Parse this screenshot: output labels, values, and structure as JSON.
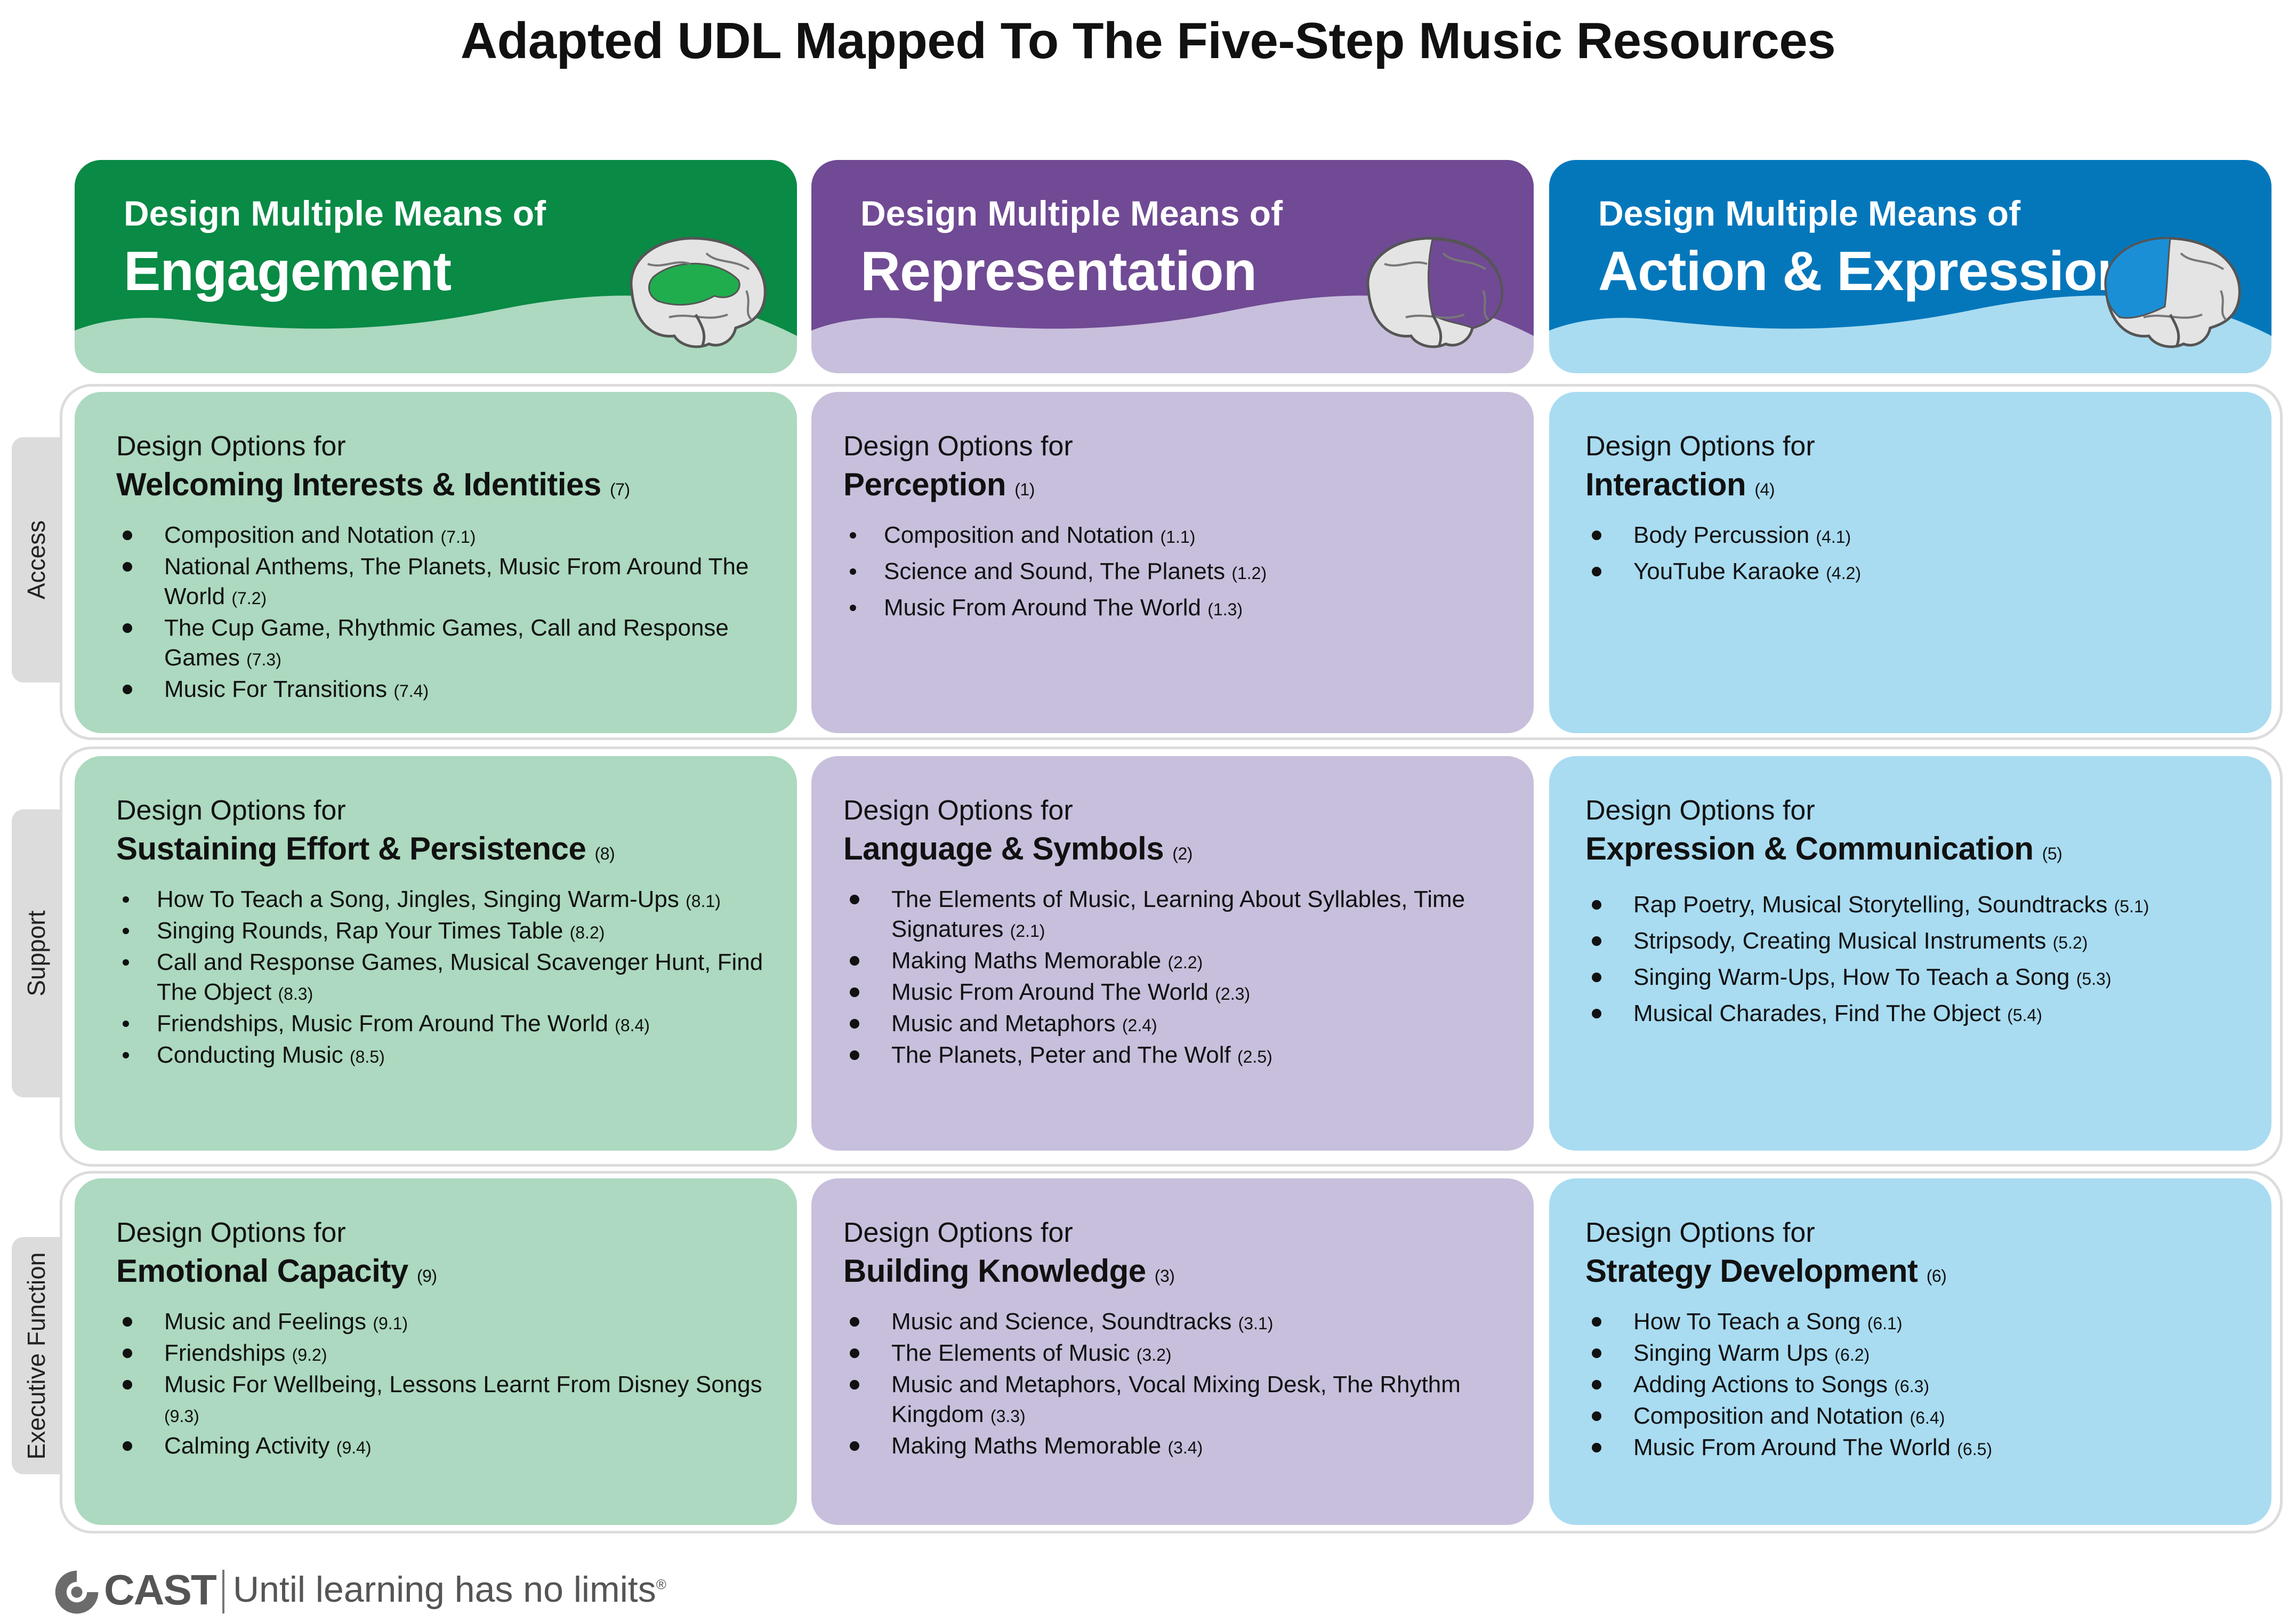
{
  "title": "Adapted UDL Mapped To The Five-Step Music Resources",
  "colors": {
    "engagement": "#098a45",
    "representation": "#704a94",
    "action": "#0477bb",
    "engagement_light": "#acd9bf",
    "representation_light": "#c8bfdc",
    "action_light": "#a9dcf1"
  },
  "columns": [
    {
      "small": "Design Multiple Means of",
      "big": "Engagement",
      "icon": "brain-icon"
    },
    {
      "small": "Design Multiple Means of",
      "big": "Representation",
      "icon": "brain-icon"
    },
    {
      "small": "Design Multiple Means of",
      "big": "Action & Expression",
      "icon": "brain-icon"
    }
  ],
  "rows": [
    "Access",
    "Support",
    "Executive Function"
  ],
  "cells": {
    "access_engagement": {
      "sub": "Design Options for",
      "title": "Welcoming Interests & Identities",
      "num": "(7)",
      "items": [
        {
          "t": "Composition and Notation",
          "n": "(7.1)"
        },
        {
          "t": "National Anthems, The Planets, Music From Around The World",
          "n": "(7.2)"
        },
        {
          "t": "The Cup Game, Rhythmic Games, Call and Response Games",
          "n": "(7.3)"
        },
        {
          "t": "Music For Transitions",
          "n": "(7.4)"
        }
      ]
    },
    "access_representation": {
      "sub": "Design Options for",
      "title": "Perception",
      "num": "(1)",
      "items": [
        {
          "t": "Composition and Notation",
          "n": "(1.1)"
        },
        {
          "t": "Science and Sound, The Planets",
          "n": "(1.2)"
        },
        {
          "t": "Music From Around The World",
          "n": "(1.3)"
        }
      ]
    },
    "access_action": {
      "sub": "Design Options for",
      "title": "Interaction",
      "num": "(4)",
      "items": [
        {
          "t": "Body Percussion",
          "n": "(4.1)"
        },
        {
          "t": "YouTube Karaoke",
          "n": "(4.2)"
        }
      ]
    },
    "support_engagement": {
      "sub": "Design Options for",
      "title": "Sustaining Effort & Persistence",
      "num": "(8)",
      "items": [
        {
          "t": "How To Teach a Song, Jingles, Singing Warm-Ups",
          "n": "(8.1)"
        },
        {
          "t": "Singing Rounds, Rap Your Times Table",
          "n": "(8.2)"
        },
        {
          "t": "Call and Response Games, Musical Scavenger Hunt, Find The Object",
          "n": "(8.3)"
        },
        {
          "t": "Friendships, Music From Around The World",
          "n": "(8.4)"
        },
        {
          "t": "Conducting Music",
          "n": "(8.5)"
        }
      ]
    },
    "support_representation": {
      "sub": "Design Options for",
      "title": "Language & Symbols",
      "num": "(2)",
      "items": [
        {
          "t": "The Elements of Music, Learning About Syllables, Time Signatures",
          "n": "(2.1)"
        },
        {
          "t": "Making Maths Memorable",
          "n": "(2.2)"
        },
        {
          "t": "Music From Around The World",
          "n": "(2.3)"
        },
        {
          "t": "Music and Metaphors",
          "n": "(2.4)"
        },
        {
          "t": "The Planets, Peter and The Wolf",
          "n": "(2.5)"
        }
      ]
    },
    "support_action": {
      "sub": "Design Options for",
      "title": "Expression & Communication",
      "num": "(5)",
      "items": [
        {
          "t": "Rap Poetry, Musical Storytelling, Soundtracks",
          "n": "(5.1)"
        },
        {
          "t": "Stripsody, Creating Musical Instruments",
          "n": "(5.2)"
        },
        {
          "t": "Singing Warm-Ups, How To Teach a Song",
          "n": "(5.3)"
        },
        {
          "t": "Musical Charades, Find The Object",
          "n": "(5.4)"
        }
      ]
    },
    "exec_engagement": {
      "sub": "Design Options for",
      "title": "Emotional Capacity",
      "num": "(9)",
      "items": [
        {
          "t": "Music and Feelings",
          "n": "(9.1)"
        },
        {
          "t": "Friendships",
          "n": "(9.2)"
        },
        {
          "t": "Music For Wellbeing, Lessons Learnt From Disney Songs",
          "n": "(9.3)"
        },
        {
          "t": "Calming Activity",
          "n": "(9.4)"
        }
      ]
    },
    "exec_representation": {
      "sub": "Design Options for",
      "title": "Building Knowledge",
      "num": "(3)",
      "items": [
        {
          "t": "Music and Science, Soundtracks",
          "n": "(3.1)"
        },
        {
          "t": "The Elements of Music",
          "n": "(3.2)"
        },
        {
          "t": "Music and Metaphors, Vocal Mixing Desk, The Rhythm Kingdom",
          "n": "(3.3)"
        },
        {
          "t": "Making Maths Memorable",
          "n": "(3.4)"
        }
      ]
    },
    "exec_action": {
      "sub": "Design Options for",
      "title": "Strategy Development",
      "num": "(6)",
      "items": [
        {
          "t": "How To Teach a Song",
          "n": "(6.1)"
        },
        {
          "t": "Singing Warm Ups",
          "n": "(6.2)"
        },
        {
          "t": "Adding Actions to Songs",
          "n": "(6.3)"
        },
        {
          "t": "Composition and Notation",
          "n": "(6.4)"
        },
        {
          "t": "Music From Around The World",
          "n": "(6.5)"
        }
      ]
    }
  },
  "footer": {
    "logo": "CAST",
    "tagline": "Until learning has no limits",
    "mark": "®"
  }
}
